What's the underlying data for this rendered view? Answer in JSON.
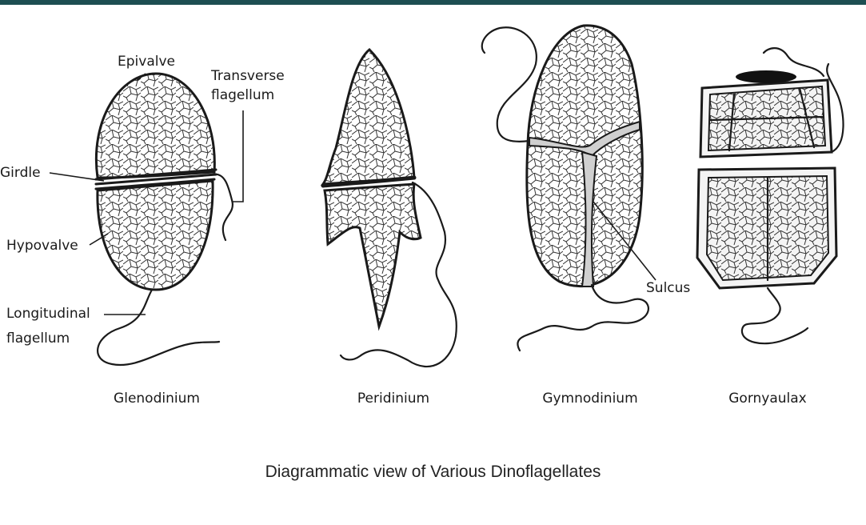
{
  "caption": "Diagrammatic view of Various Dinoflagellates",
  "organisms": [
    {
      "name": "Glenodinium"
    },
    {
      "name": "Peridinium"
    },
    {
      "name": "Gymnodinium"
    },
    {
      "name": "Gornyaulax"
    }
  ],
  "labels": {
    "epivalve": "Epivalve",
    "transverse_1": "Transverse",
    "transverse_2": "flagellum",
    "girdle": "Girdle",
    "hypovalve": "Hypovalve",
    "longitudinal_1": "Longitudinal",
    "longitudinal_2": "flagellum",
    "sulcus": "Sulcus"
  },
  "colors": {
    "top_bar": "#1d4e52",
    "outline": "#1a1a1a"
  }
}
